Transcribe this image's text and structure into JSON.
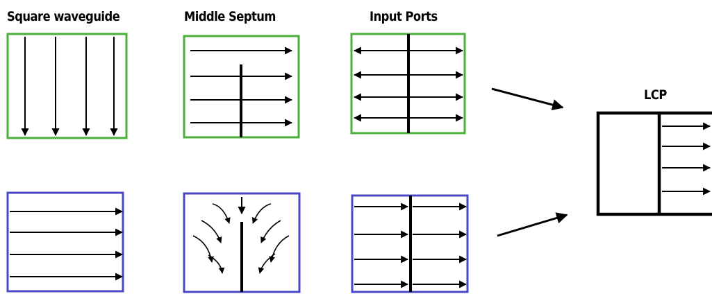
{
  "labels": {
    "square_waveguide": "Square waveguide",
    "middle_septum": "Middle Septum",
    "input_ports": "Input Ports",
    "lcp": "LCP"
  },
  "colors": {
    "top_row_box": "#4CAF3A",
    "bottom_row_box": "#4A48C6",
    "stroke": "#000000",
    "background": "#FFFFFF"
  }
}
